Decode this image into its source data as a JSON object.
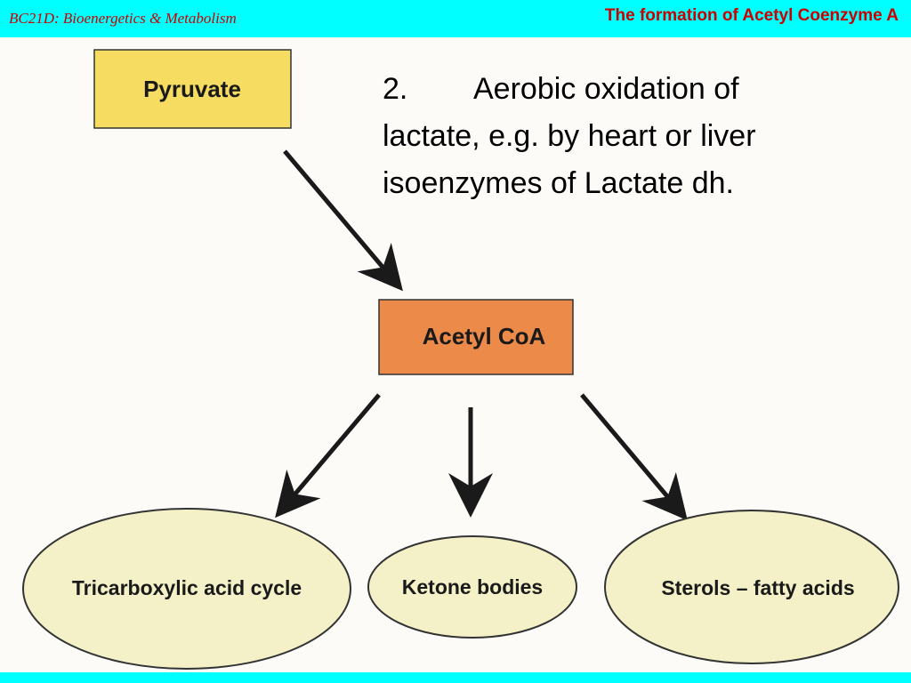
{
  "header": {
    "course": "BC21D: Bioenergetics & Metabolism",
    "title": "The formation of Acetyl Coenzyme A"
  },
  "content": {
    "point_number": "2.",
    "point_text_line1": "Aerobic oxidation of",
    "point_text_line2": "lactate, e.g. by heart or liver",
    "point_text_line3": "isoenzymes of Lactate dh."
  },
  "diagram": {
    "pyruvate": "Pyruvate",
    "acetyl_coa": "Acetyl CoA",
    "tca": "Tricarboxylic acid cycle",
    "ketone": "Ketone bodies",
    "sterols": "Sterols – fatty acids"
  },
  "colors": {
    "header_bar": "#00ffff",
    "title_text": "#cc0000",
    "pyruvate_box": "#f7dc62",
    "acetyl_box": "#ec8a4a",
    "ellipse_fill": "#f4f1c8",
    "arrow": "#1a1a1a"
  }
}
